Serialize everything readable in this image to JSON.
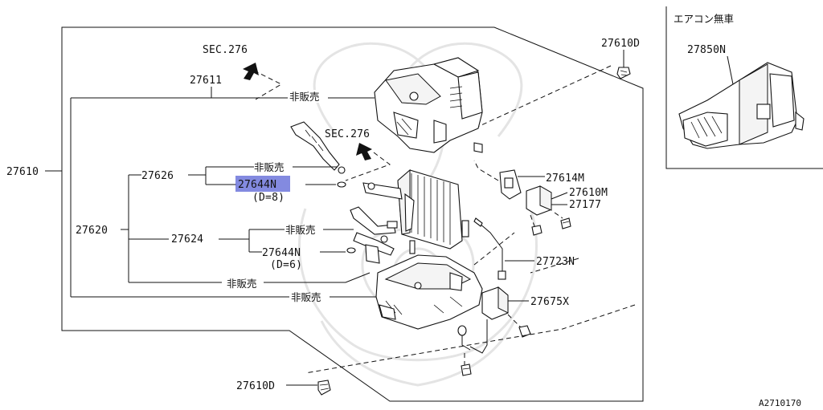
{
  "inset": {
    "title": "エアコン無車",
    "part": "27850N"
  },
  "labels": {
    "sec_top": "SEC.276",
    "sec_mid": "SEC.276",
    "p27610D_top": "27610D",
    "p27611": "27611",
    "hisaibai_top": "非販売",
    "p27610": "27610",
    "p27626": "27626",
    "hisaibai_2": "非販売",
    "p27644N_a": "27644N",
    "d8": "(D=8)",
    "p27614M": "27614M",
    "p27610M": "27610M",
    "p27177": "27177",
    "p27620": "27620",
    "p27624": "27624",
    "hisaibai_3": "非販売",
    "p27644N_b": "27644N",
    "d6": "(D=6)",
    "p27723N": "27723N",
    "hisaibai_4": "非販売",
    "hisaibai_5": "非販売",
    "p27675X": "27675X",
    "p27610D_bottom": "27610D",
    "ref": "A2710170"
  },
  "highlight": {
    "part": "27644N",
    "color": "#5a63d6"
  }
}
